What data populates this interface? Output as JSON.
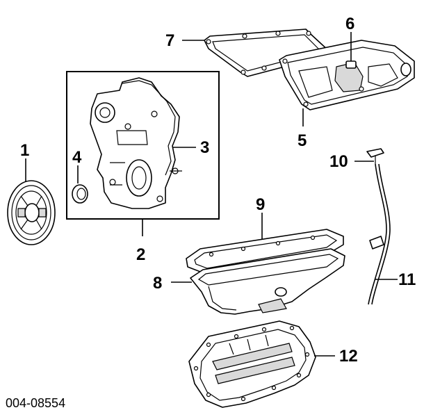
{
  "callouts": {
    "c1": "1",
    "c2": "2",
    "c3": "3",
    "c4": "4",
    "c5": "5",
    "c6": "6",
    "c7": "7",
    "c8": "8",
    "c9": "9",
    "c10": "10",
    "c11": "11",
    "c12": "12"
  },
  "part_code": "004-08554"
}
